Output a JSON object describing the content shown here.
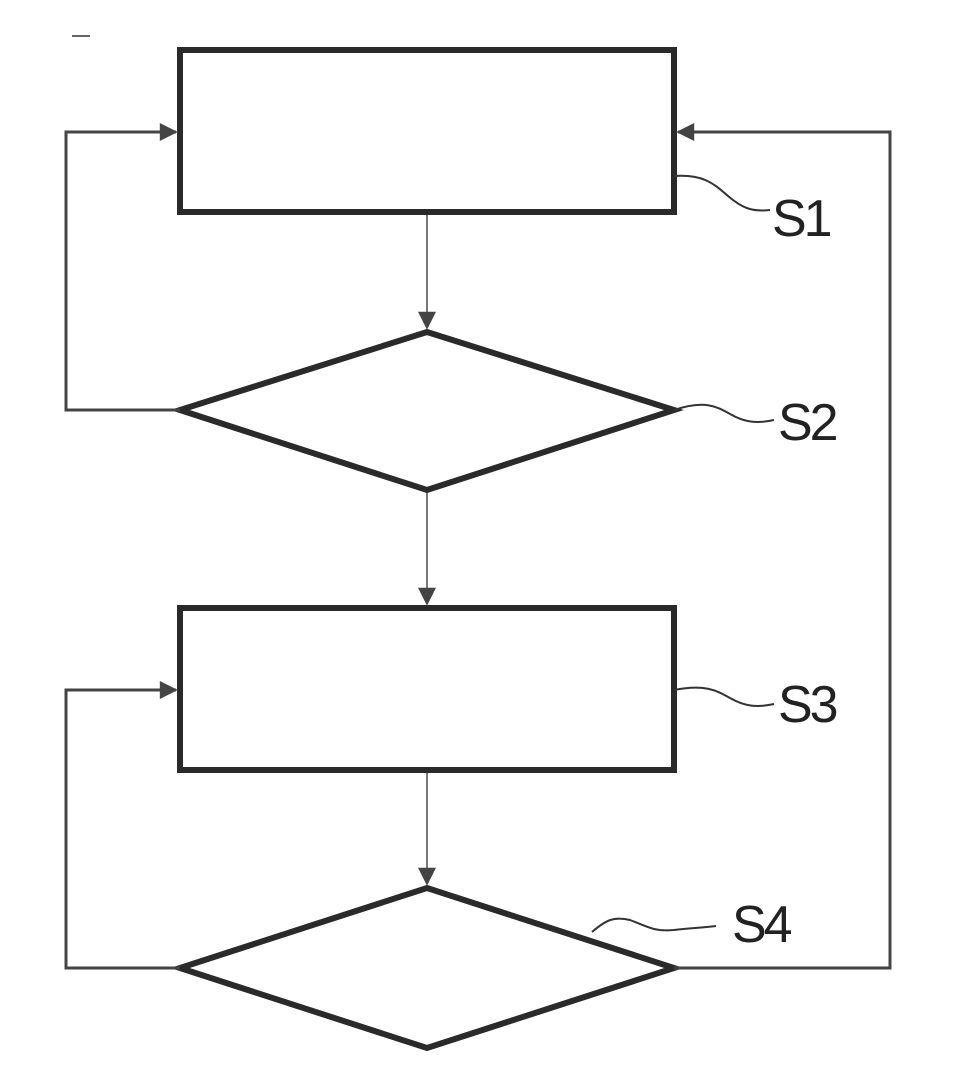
{
  "diagram": {
    "steps": [
      {
        "id": "S1",
        "shape": "rectangle"
      },
      {
        "id": "S2",
        "shape": "diamond"
      },
      {
        "id": "S3",
        "shape": "rectangle"
      },
      {
        "id": "S4",
        "shape": "diamond"
      }
    ],
    "labels": {
      "s1": "S1",
      "s2": "S2",
      "s3": "S3",
      "s4": "S4"
    },
    "connections": [
      {
        "from": "S1",
        "to": "S2"
      },
      {
        "from": "S2",
        "to": "S3"
      },
      {
        "from": "S2",
        "to": "S1",
        "route": "left-loop"
      },
      {
        "from": "S3",
        "to": "S4"
      },
      {
        "from": "S4",
        "to": "S3",
        "route": "left-loop"
      },
      {
        "from": "S4",
        "to": "S1",
        "route": "right-loop"
      }
    ]
  }
}
